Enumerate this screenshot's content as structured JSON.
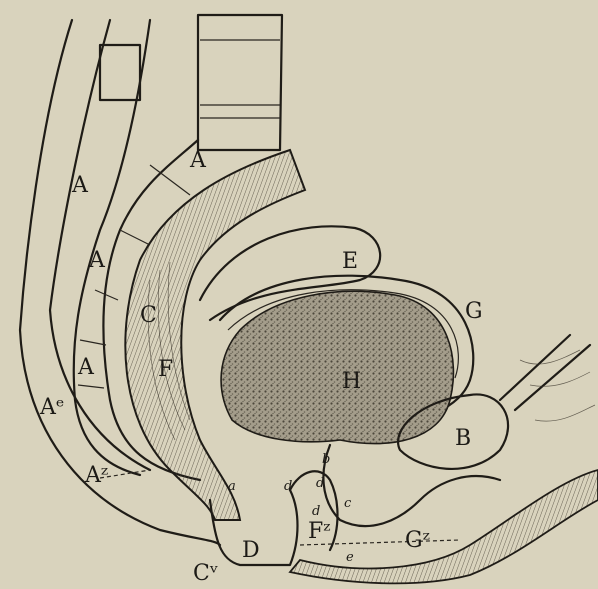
{
  "figure": {
    "colors": {
      "paper": "#d9d3bd",
      "ink": "#1f1c17",
      "mass": "#8d8677"
    },
    "labels": {
      "A1": "A",
      "A2": "A",
      "A3": "A",
      "A4": "A",
      "A_e": "Aᵉ",
      "A_z": "Aᶻ",
      "B": "B",
      "C": "C",
      "C_v": "Cᵛ",
      "D": "D",
      "E": "E",
      "F": "F",
      "F_z": "Fᶻ",
      "G": "G",
      "G_z": "Gᶻ",
      "H": "H",
      "a": "a",
      "b": "b",
      "c": "c",
      "d1": "d",
      "d2": "d",
      "d3": "d",
      "e": "e"
    }
  }
}
